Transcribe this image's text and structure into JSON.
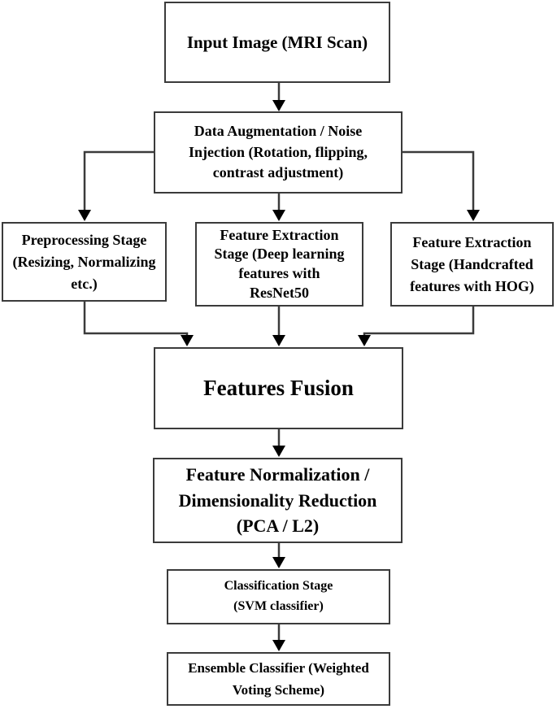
{
  "diagram": {
    "type": "flowchart",
    "description": "MRI scan classification pipeline flowchart",
    "colors": {
      "background": "#ffffff",
      "box_border": "#3b3b3b",
      "connector_line": "#3b3b3b",
      "arrowhead": "#000000",
      "text": "#000000"
    }
  },
  "nodes": {
    "input_image": {
      "label": "Input Image (MRI Scan)"
    },
    "data_augmentation": {
      "label": "Data Augmentation / Noise\nInjection (Rotation, flipping,\ncontrast adjustment)"
    },
    "preprocessing": {
      "label": "Preprocessing Stage\n(Resizing, Normalizing\netc.)"
    },
    "feature_deep": {
      "label": "Feature Extraction\nStage (Deep learning\nfeatures with\nResNet50"
    },
    "feature_hog": {
      "label": "Feature Extraction\nStage (Handcrafted\nfeatures with HOG)"
    },
    "features_fusion": {
      "label": "Features Fusion"
    },
    "normalization": {
      "label": "Feature Normalization /\nDimensionality Reduction\n(PCA / L2)"
    },
    "classification": {
      "label": "Classification Stage\n(SVM classifier)"
    },
    "ensemble": {
      "label": "Ensemble Classifier (Weighted\nVoting Scheme)"
    }
  },
  "edges": [
    {
      "from": "input_image",
      "to": "data_augmentation"
    },
    {
      "from": "data_augmentation",
      "to": "preprocessing"
    },
    {
      "from": "data_augmentation",
      "to": "feature_deep"
    },
    {
      "from": "data_augmentation",
      "to": "feature_hog"
    },
    {
      "from": "preprocessing",
      "to": "features_fusion"
    },
    {
      "from": "feature_deep",
      "to": "features_fusion"
    },
    {
      "from": "feature_hog",
      "to": "features_fusion"
    },
    {
      "from": "features_fusion",
      "to": "normalization"
    },
    {
      "from": "normalization",
      "to": "classification"
    },
    {
      "from": "classification",
      "to": "ensemble"
    }
  ]
}
